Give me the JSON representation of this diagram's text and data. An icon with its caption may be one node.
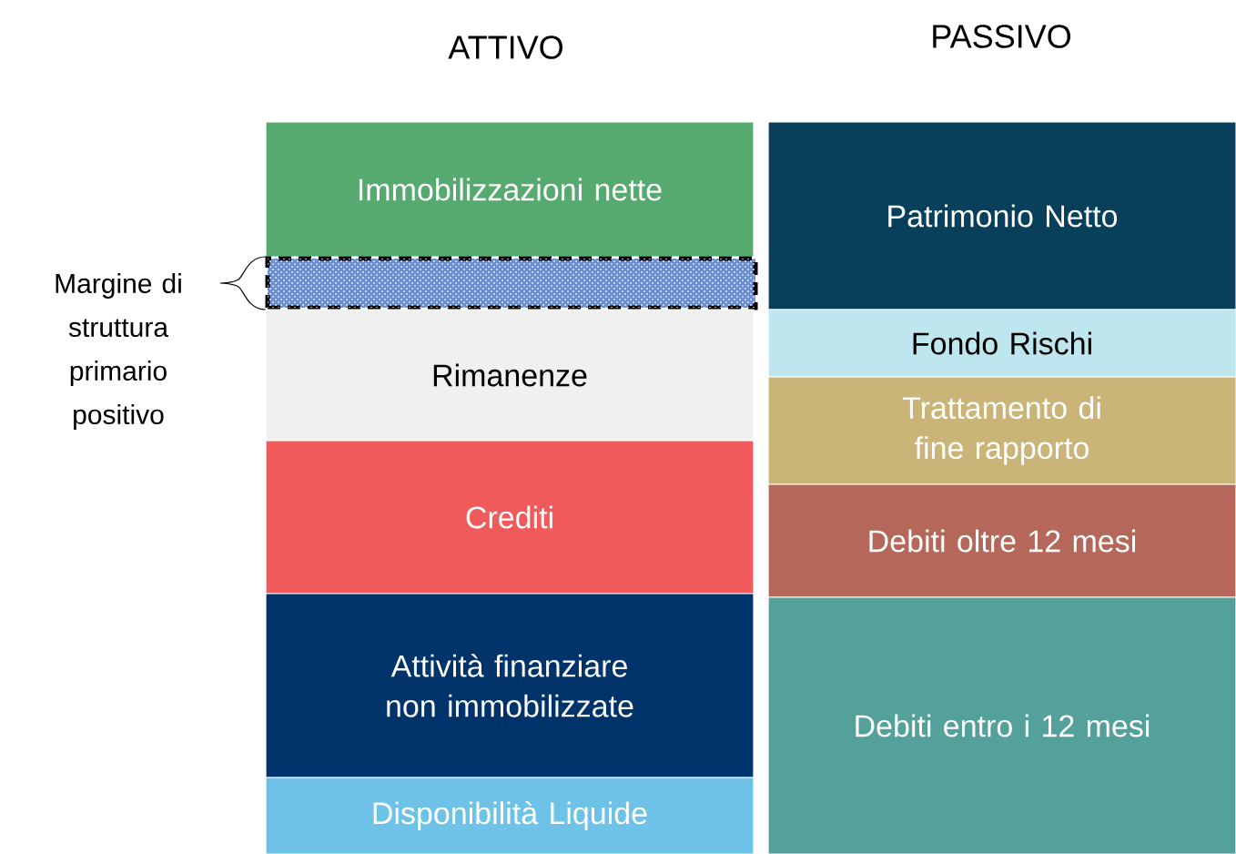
{
  "diagram": {
    "nodes": [
      {
        "text": [
          "Immobilizzazioni nette"
        ]
      },
      {
        "text": [],
        "shape": "bar",
        "beside": [
          "Margine di struttura primario positivo"
        ]
      },
      {
        "text": [
          "Rimanenze"
        ]
      },
      {
        "text": [
          "Crediti"
        ]
      },
      {
        "text": [
          "Attività finanziare non immobilizzate"
        ]
      },
      {
        "text": [
          "Disponibilità Liquide"
        ]
      },
      {
        "text": [
          "Patrimonio Netto"
        ]
      },
      {
        "text": [
          "Fondo Rischi"
        ]
      },
      {
        "text": [
          "Trattamento di fine rapporto"
        ]
      },
      {
        "text": [
          "Debiti oltre 12 mesi"
        ]
      },
      {
        "text": [
          "Debiti entro i 12 mesi"
        ]
      }
    ],
    "labels": [
      "ATTIVO",
      "PASSIVO"
    ]
  }
}
